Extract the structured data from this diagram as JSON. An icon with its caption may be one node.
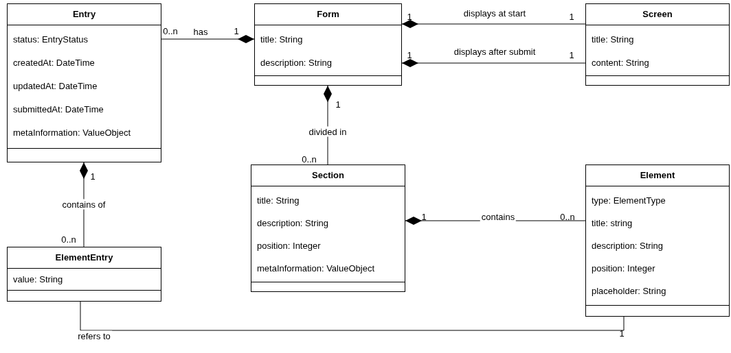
{
  "diagram": {
    "nodes": [
      {
        "text": [
          "Entry",
          "status: EntryStatus",
          "createdAt: DateTime",
          "updatedAt: DateTime",
          "submittedAt: DateTime",
          "metaInformation: ValueObject"
        ]
      },
      {
        "text": [
          "Form",
          "title: String",
          "description: String"
        ]
      },
      {
        "text": [
          "Screen",
          "title: String",
          "content: String"
        ]
      },
      {
        "text": [
          "Section",
          "title: String",
          "description: String",
          "position: Integer",
          "metaInformation: ValueObject"
        ]
      },
      {
        "text": [
          "Element",
          "type: ElementType",
          "title: string",
          "description: String",
          "position: Integer",
          "placeholder: String"
        ]
      },
      {
        "text": [
          "ElementEntry",
          "value: String"
        ]
      }
    ],
    "edges": [
      {
        "from": 0,
        "to": 1,
        "arrow": "other",
        "label": "has"
      },
      {
        "from": 2,
        "to": 1,
        "arrow": "other",
        "label": "displays at start"
      },
      {
        "from": 2,
        "to": 1,
        "arrow": "other",
        "label": "displays after submit"
      },
      {
        "from": 3,
        "to": 1,
        "arrow": "other",
        "label": "divided in"
      },
      {
        "from": 5,
        "to": 0,
        "arrow": "other",
        "label": "contains of"
      },
      {
        "from": 4,
        "to": 3,
        "arrow": "other",
        "label": "contains"
      },
      {
        "from": 5,
        "to": 4,
        "arrow": "none",
        "label": "refers to"
      }
    ],
    "labels": [
      "0..n",
      "1",
      "1",
      "1",
      "1",
      "1",
      "1",
      "0..n",
      "1",
      "0..n",
      "1",
      "0..n",
      "1"
    ]
  }
}
